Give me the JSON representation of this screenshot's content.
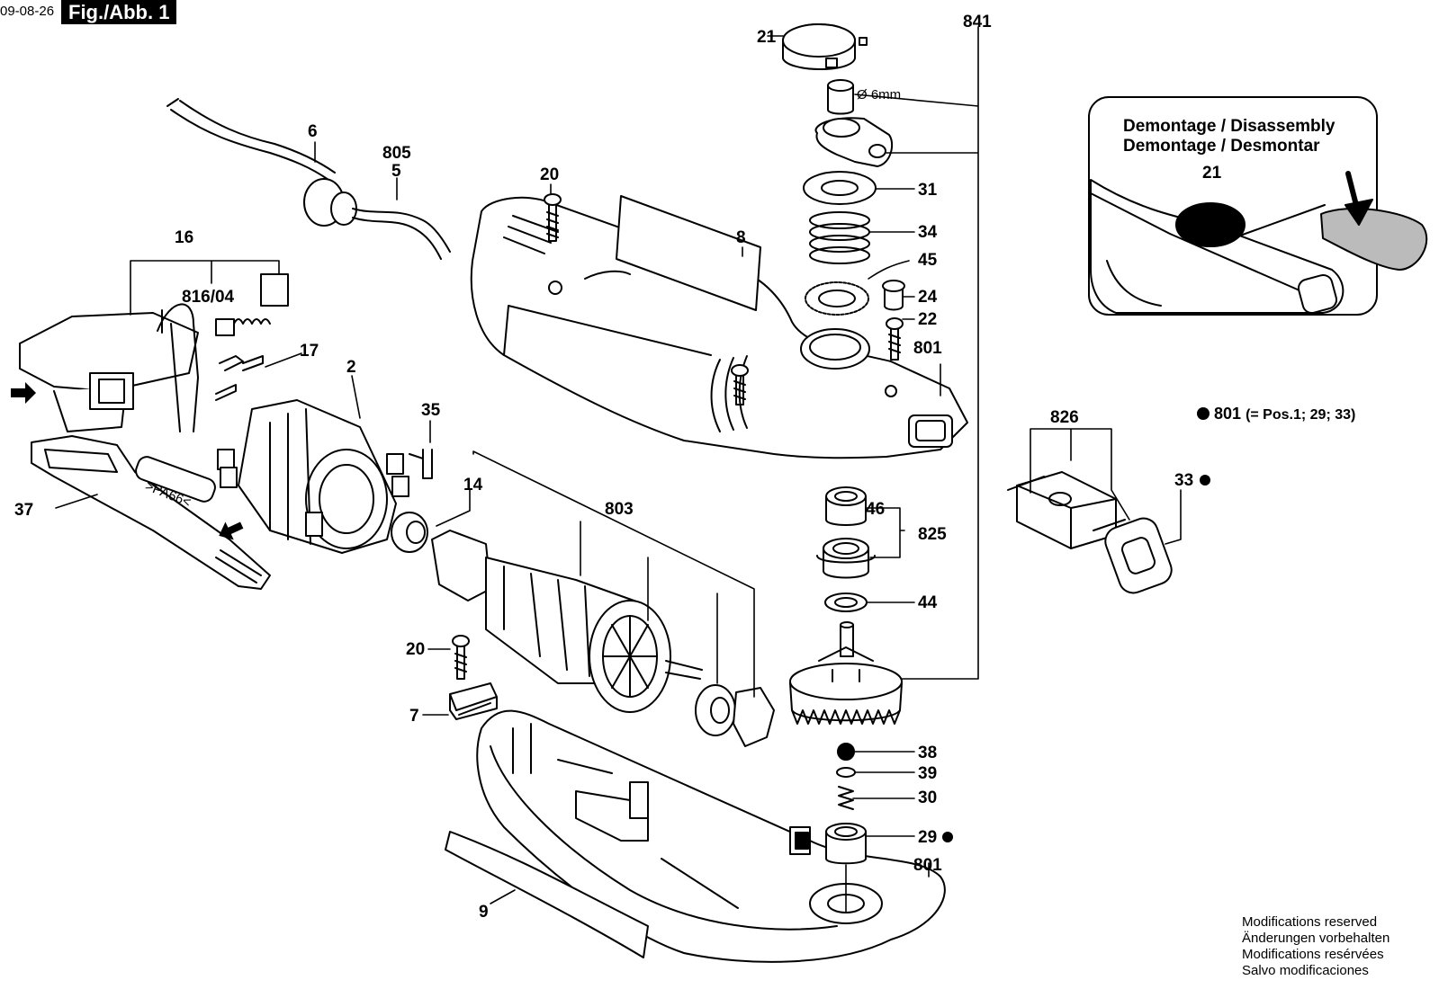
{
  "header": {
    "date": "09-08-26",
    "figure_label": "Fig./Abb. 1"
  },
  "parts": {
    "p2": "2",
    "p5": "5",
    "p6": "6",
    "p7": "7",
    "p8": "8",
    "p9": "9",
    "p14": "14",
    "p16": "16",
    "p17": "17",
    "p20a": "20",
    "p20b": "20",
    "p21": "21",
    "p22": "22",
    "p24": "24",
    "p29": "29",
    "p30": "30",
    "p31": "31",
    "p33": "33",
    "p34": "34",
    "p35": "35",
    "p37": "37",
    "p38": "38",
    "p39": "39",
    "p44": "44",
    "p45": "45",
    "p46": "46",
    "p801a": "801",
    "p801b": "801",
    "p803": "803",
    "p805": "805",
    "p816": "816/04",
    "p825": "825",
    "p826": "826",
    "p841": "841",
    "dim": "Ø 6mm",
    "pa66": ">PA66<"
  },
  "inset": {
    "title_line1": "Demontage / Disassembly",
    "title_line2": "Demontage / Desmontar",
    "part": "21"
  },
  "legend": {
    "part": "801",
    "text": "(= Pos.1; 29; 33)"
  },
  "footnote": [
    "Modifications reserved",
    "Änderungen vorbehalten",
    "Modifications resérvées",
    "Salvo modificaciones"
  ]
}
